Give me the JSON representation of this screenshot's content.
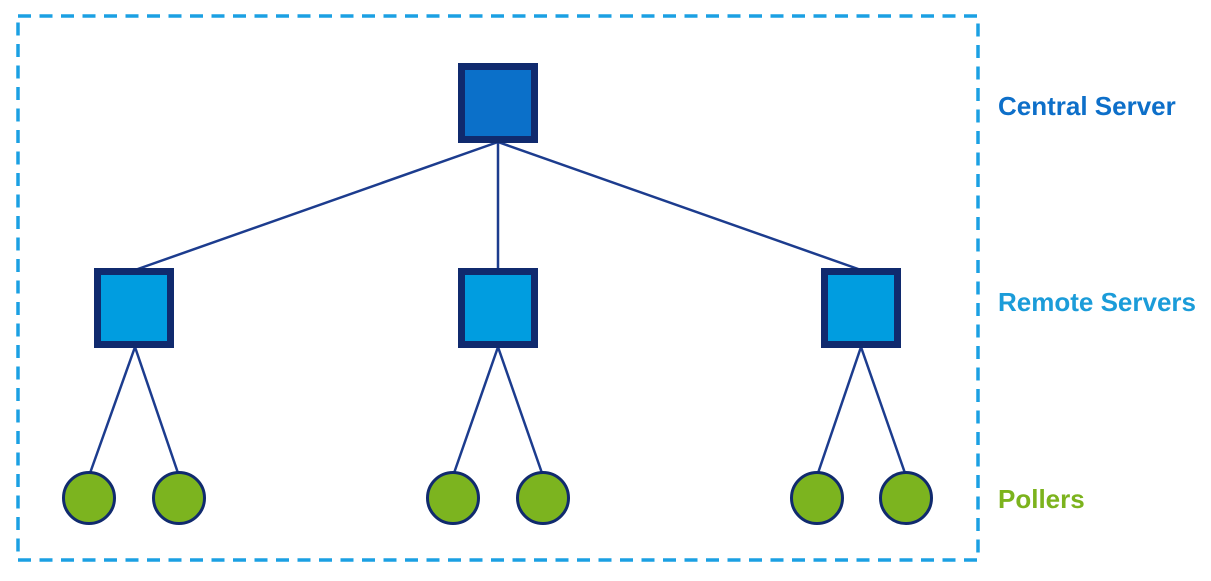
{
  "diagram": {
    "labels": {
      "central": "Central Server",
      "remote": "Remote Servers",
      "pollers": "Pollers"
    },
    "colors": {
      "central_fill": "#0b70c9",
      "central_label": "#0d6fc9",
      "remote_fill": "#009de0",
      "remote_label": "#1b9cd9",
      "poller_fill": "#7cb41f",
      "poller_label": "#7cb31d",
      "node_border": "#102a6e",
      "edge": "#1c3c8e",
      "boundary": "#1ba0e3"
    },
    "structure": {
      "central_servers": 1,
      "remote_servers": 3,
      "pollers_per_remote": 2,
      "total_pollers": 6
    }
  }
}
